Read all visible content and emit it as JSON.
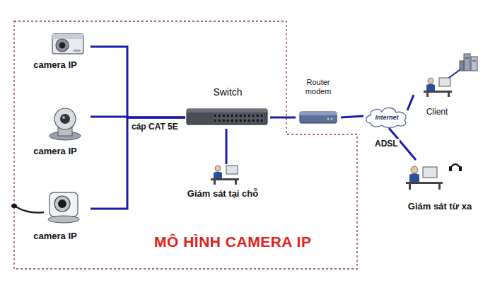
{
  "diagram": {
    "title": "MÔ HÌNH CAMERA IP",
    "nodes": [
      {
        "text": [
          "camera IP"
        ]
      },
      {
        "text": [
          "camera IP"
        ]
      },
      {
        "text": [
          "camera IP"
        ]
      },
      {
        "text": [
          "Switch"
        ]
      },
      {
        "text": [
          "Giám sát tại chỗ"
        ]
      },
      {
        "text": [
          "Router modem"
        ]
      },
      {
        "text": [
          "Internet"
        ]
      },
      {
        "text": [
          "Client"
        ]
      },
      {
        "text": [
          "Giám sát từ xa"
        ]
      }
    ],
    "edges": [
      {
        "from": 0,
        "to": 3,
        "arrow": "none"
      },
      {
        "from": 1,
        "to": 3,
        "arrow": "none",
        "label": "cáp CAT 5E"
      },
      {
        "from": 2,
        "to": 3,
        "arrow": "none"
      },
      {
        "from": 3,
        "to": 4,
        "arrow": "none"
      },
      {
        "from": 3,
        "to": 5,
        "arrow": "none"
      },
      {
        "from": 5,
        "to": 6,
        "arrow": "none"
      },
      {
        "from": 6,
        "to": 7,
        "arrow": "none"
      },
      {
        "from": 6,
        "to": 8,
        "arrow": "none",
        "label": "ADSL"
      }
    ]
  }
}
